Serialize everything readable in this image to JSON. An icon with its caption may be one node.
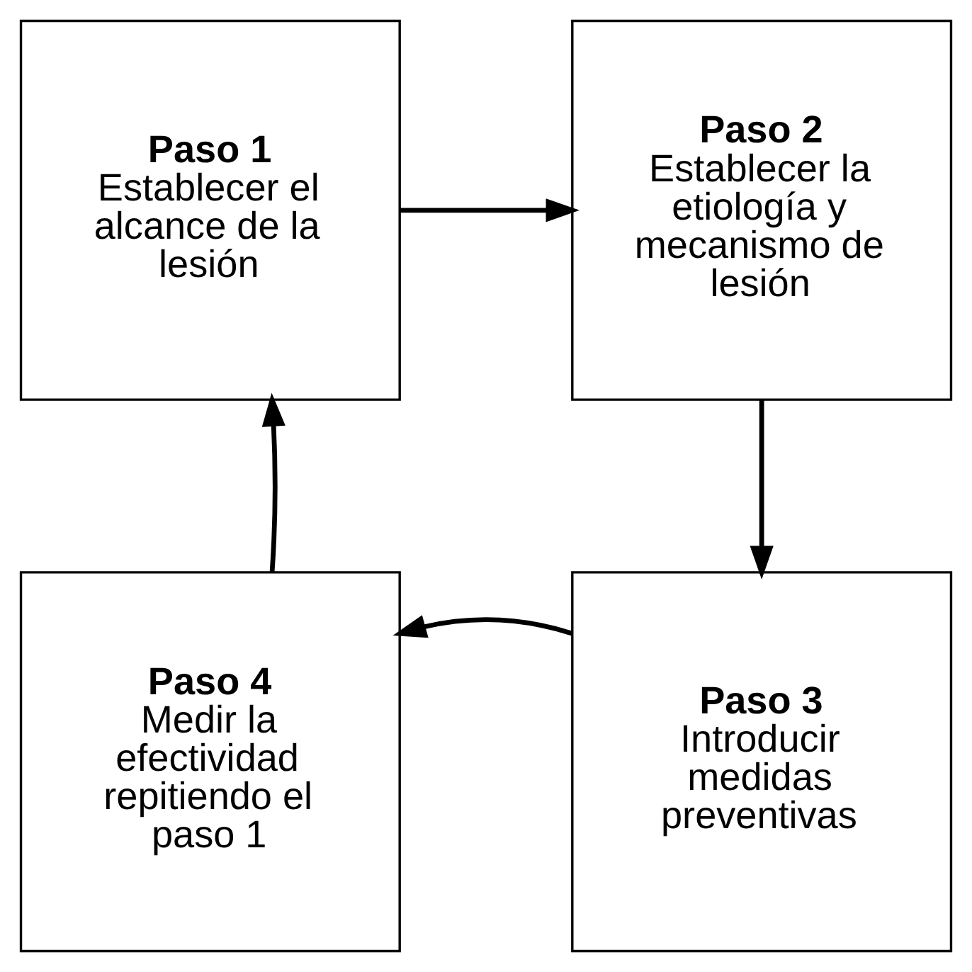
{
  "diagram": {
    "nodes": [
      {
        "text": [
          "Paso 1",
          "Establecer el alcance de la lesión"
        ]
      },
      {
        "text": [
          "Paso 2",
          "Establecer la etiología y mecanismo de lesión"
        ]
      },
      {
        "text": [
          "Paso 3",
          "Introducir medidas preventivas"
        ]
      },
      {
        "text": [
          "Paso 4",
          "Medir la efectividad repitiendo el paso 1"
        ]
      }
    ],
    "edges": [
      {
        "from": 0,
        "to": 1,
        "arrow": "to"
      },
      {
        "from": 1,
        "to": 2,
        "arrow": "to"
      },
      {
        "from": 2,
        "to": 3,
        "arrow": "to"
      },
      {
        "from": 3,
        "to": 0,
        "arrow": "to"
      }
    ]
  }
}
